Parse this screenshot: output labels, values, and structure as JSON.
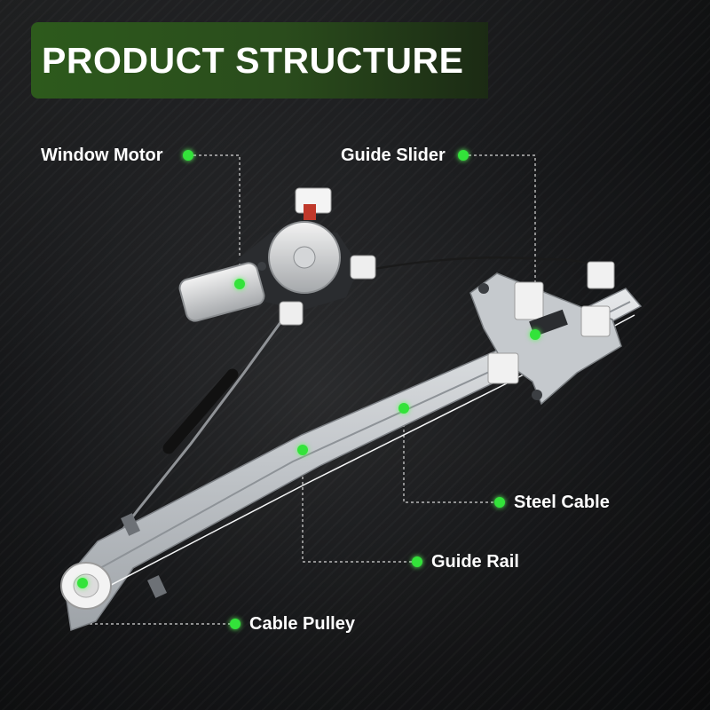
{
  "header": {
    "title": "PRODUCT STRUCTURE"
  },
  "callouts": {
    "window_motor": "Window Motor",
    "guide_slider": "Guide Slider",
    "steel_cable": "Steel Cable",
    "guide_rail": "Guide Rail",
    "cable_pulley": "Cable Pulley"
  },
  "colors": {
    "accent_green": "#33e33a",
    "banner_green": "#2d5a1c",
    "background": "#17181a",
    "metal": "#c9ccd0"
  }
}
